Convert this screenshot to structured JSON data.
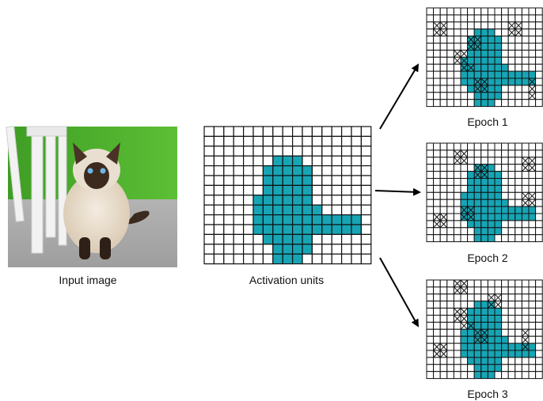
{
  "labels": {
    "input_image": "Input image",
    "activation_units": "Activation units",
    "epoch1": "Epoch 1",
    "epoch2": "Epoch 2",
    "epoch3": "Epoch 3"
  },
  "colors": {
    "active_fill": "#17a5b5",
    "grid_line": "#111111",
    "arrow": "#000000",
    "background": "#ffffff"
  },
  "grid": {
    "cols": 17,
    "rows": 14,
    "active_mask": [
      "00000000000000000",
      "00000000000000000",
      "00000000000000000",
      "00000001110000000",
      "00000011111000000",
      "00000011111000000",
      "00000011111000000",
      "00000111111000000",
      "00000111111100000",
      "00000111111111110",
      "00000111111111110",
      "00000011111000000",
      "00000001111000000",
      "00000001110000000"
    ]
  },
  "epochs": [
    {
      "label": "Epoch 1",
      "dropped": [
        [
          2,
          1
        ],
        [
          2,
          2
        ],
        [
          3,
          1
        ],
        [
          3,
          2
        ],
        [
          2,
          12
        ],
        [
          2,
          13
        ],
        [
          3,
          12
        ],
        [
          3,
          13
        ],
        [
          4,
          6
        ],
        [
          4,
          7
        ],
        [
          5,
          6
        ],
        [
          5,
          7
        ],
        [
          6,
          4
        ],
        [
          6,
          5
        ],
        [
          7,
          4
        ],
        [
          7,
          5
        ],
        [
          8,
          5
        ],
        [
          8,
          6
        ],
        [
          10,
          7
        ],
        [
          10,
          8
        ],
        [
          11,
          7
        ],
        [
          11,
          8
        ],
        [
          10,
          15
        ],
        [
          11,
          15
        ],
        [
          12,
          15
        ]
      ]
    },
    {
      "label": "Epoch 2",
      "dropped": [
        [
          1,
          4
        ],
        [
          1,
          5
        ],
        [
          2,
          4
        ],
        [
          2,
          5
        ],
        [
          3,
          7
        ],
        [
          3,
          8
        ],
        [
          4,
          7
        ],
        [
          4,
          8
        ],
        [
          2,
          14
        ],
        [
          2,
          15
        ],
        [
          3,
          14
        ],
        [
          3,
          15
        ],
        [
          7,
          14
        ],
        [
          7,
          15
        ],
        [
          8,
          14
        ],
        [
          8,
          15
        ],
        [
          9,
          5
        ],
        [
          9,
          6
        ],
        [
          10,
          5
        ],
        [
          10,
          6
        ],
        [
          10,
          1
        ],
        [
          10,
          2
        ],
        [
          11,
          1
        ],
        [
          11,
          2
        ]
      ]
    },
    {
      "label": "Epoch 3",
      "dropped": [
        [
          0,
          4
        ],
        [
          0,
          5
        ],
        [
          1,
          4
        ],
        [
          1,
          5
        ],
        [
          2,
          9
        ],
        [
          2,
          10
        ],
        [
          3,
          9
        ],
        [
          3,
          10
        ],
        [
          4,
          4
        ],
        [
          4,
          5
        ],
        [
          5,
          4
        ],
        [
          5,
          5
        ],
        [
          6,
          5
        ],
        [
          6,
          6
        ],
        [
          7,
          7
        ],
        [
          7,
          8
        ],
        [
          8,
          7
        ],
        [
          8,
          8
        ],
        [
          7,
          14
        ],
        [
          8,
          14
        ],
        [
          9,
          14
        ],
        [
          9,
          1
        ],
        [
          9,
          2
        ],
        [
          10,
          1
        ],
        [
          10,
          2
        ]
      ]
    }
  ]
}
